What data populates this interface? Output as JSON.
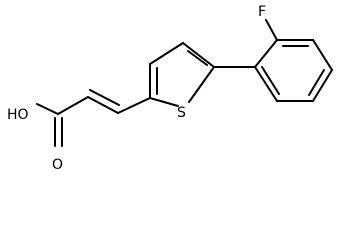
{
  "molecule": {
    "atoms": {
      "fluorine": "F",
      "sulfur": "S",
      "hydroxyl": "HO",
      "carbonyl_oxygen": "O"
    }
  }
}
